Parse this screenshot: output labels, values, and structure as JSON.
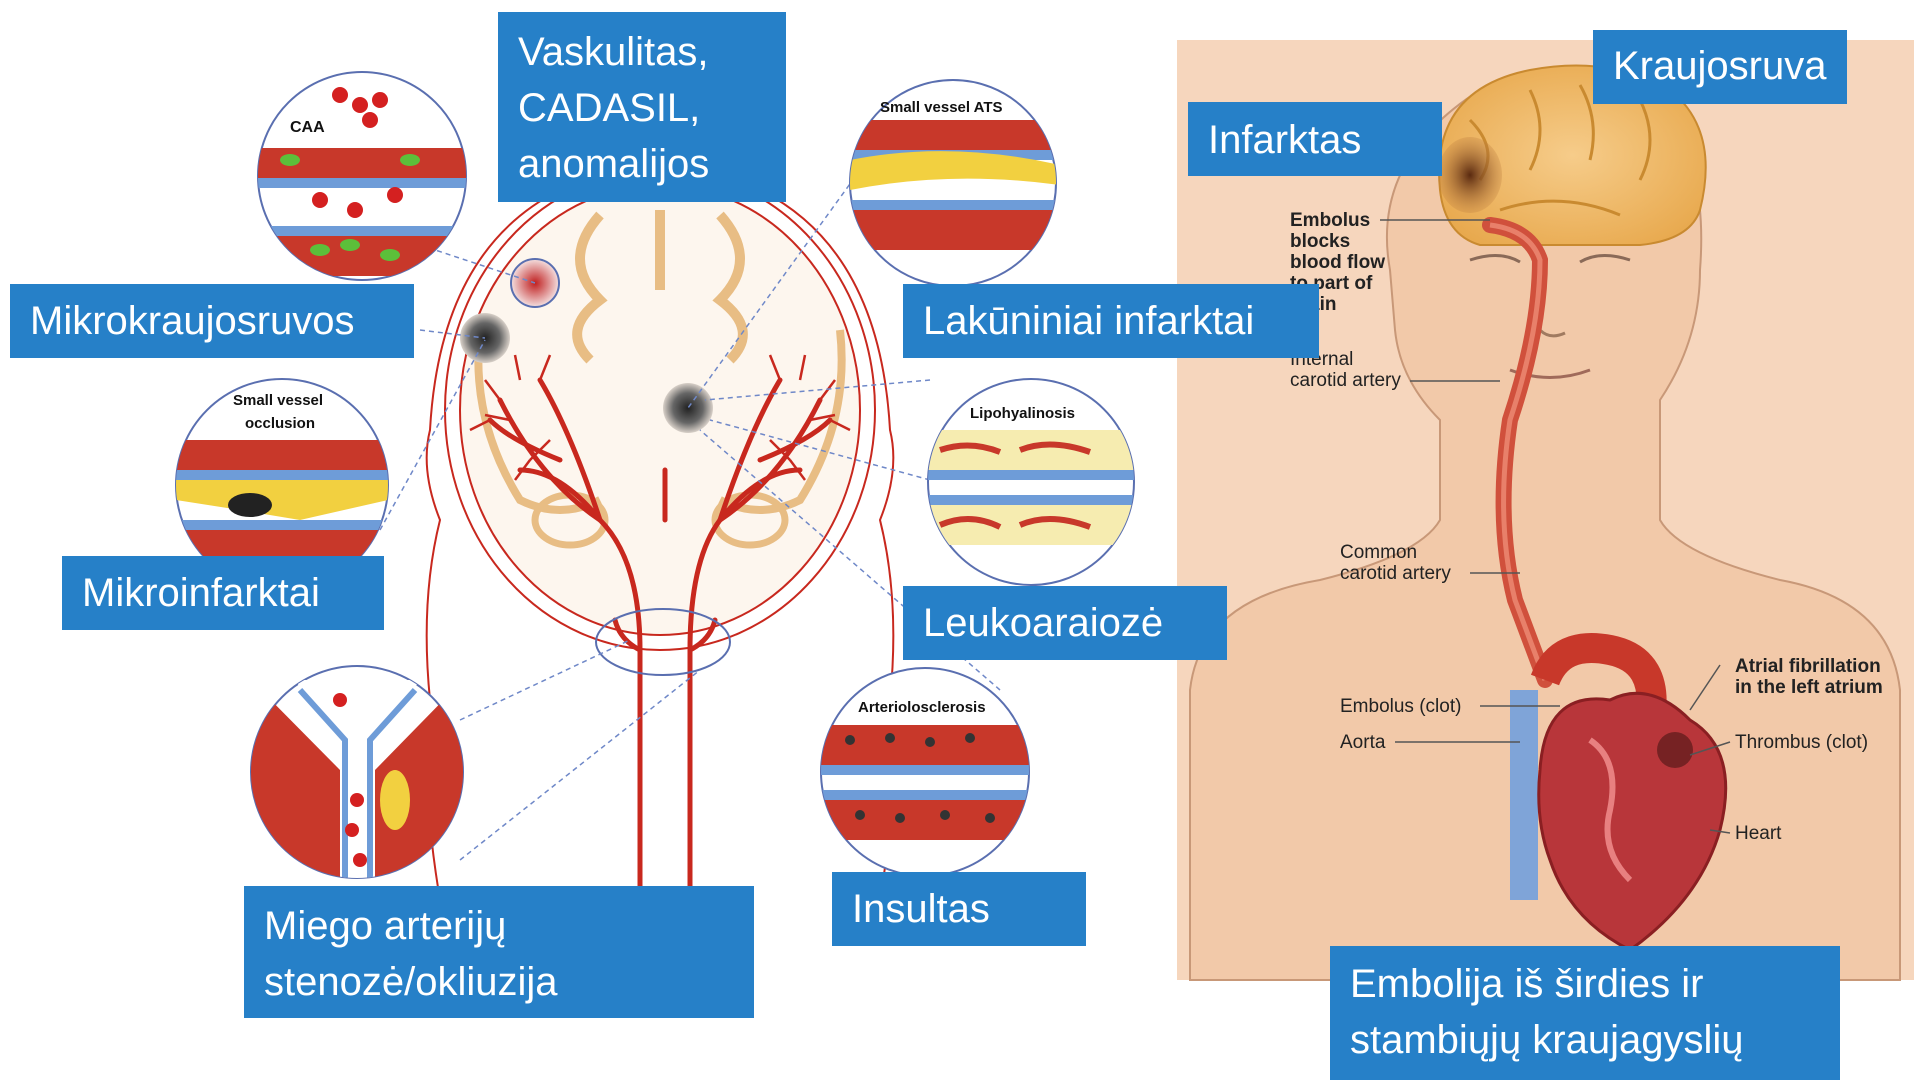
{
  "callouts": {
    "vaskulitas": "Vaskulitas,\nCADASIL,\nanomalijos",
    "kraujosruva": "Kraujosruva",
    "infarktas": "Infarktas",
    "mikrokraujosruvos": "Mikrokraujosruvos",
    "lakuniniai": "Lakūniniai infarktai",
    "mikroinfarktai": "Mikroinfarktai",
    "leukoaraioze": "Leukoaraiozė",
    "miego": "Miego arterijų\nstenozė/okliuzija",
    "insultas": "Insultas",
    "embolija": "Embolija iš širdies ir\nstambiųjų kraujagyslių"
  },
  "insets": {
    "caa": "CAA",
    "small_vessel_ats": "Small vessel ATS",
    "small_vessel_occlusion_1": "Small vessel",
    "small_vessel_occlusion_2": "occlusion",
    "lipohyalinosis": "Lipohyalinosis",
    "arteriolosclerosis": "Arteriolosclerosis"
  },
  "anatomy": {
    "embolus_blocks_1": "Embolus",
    "embolus_blocks_2": "blocks",
    "embolus_blocks_3": "blood flow",
    "embolus_blocks_4": "to part of",
    "embolus_blocks_5": "brain",
    "internal_1": "Internal",
    "internal_2": "carotid artery",
    "common_1": "Common",
    "common_2": "carotid artery",
    "embolus_clot": "Embolus (clot)",
    "aorta": "Aorta",
    "atrial_1": "Atrial fibrillation",
    "atrial_2": "in the left atrium",
    "thrombus": "Thrombus (clot)",
    "heart": "Heart"
  },
  "colors": {
    "callout_bg": "#2680c8",
    "artery_red": "#c8281e",
    "skin": "#f7d9c4",
    "brain": "#f0c07a"
  }
}
